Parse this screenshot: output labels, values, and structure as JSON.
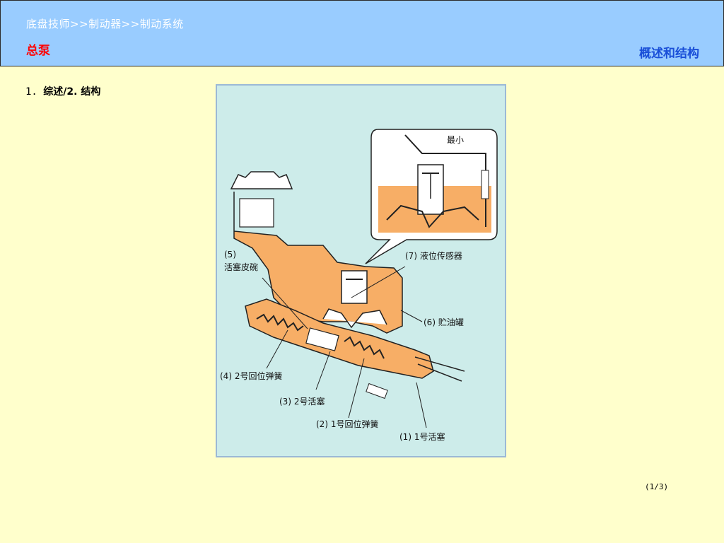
{
  "header": {
    "breadcrumb": "底盘技师>>制动器>>制动系统",
    "page_title": "总泵",
    "section_title": "概述和结构"
  },
  "content": {
    "heading_number": "1. ",
    "heading_text": "综述/2. 结构"
  },
  "figure": {
    "inset_label": "最小",
    "labels": {
      "cup_number": "(5)",
      "cup": "活塞皮碗",
      "sensor": "(7) 液位传感器",
      "reservoir": "(6) 贮油罐",
      "spring2": "(4) 2号回位弹簧",
      "piston2": "(3) 2号活塞",
      "spring1": "(2) 1号回位弹簧",
      "piston1": "(1) 1号活塞"
    }
  },
  "footer": {
    "page_number": "(1/3)"
  },
  "colors": {
    "header_bg": "#99ccff",
    "page_bg": "#ffffcc",
    "title_red": "#ff0000",
    "section_blue": "#1a4fd8",
    "fluid_orange": "#f7ae66",
    "figure_bg": "#cdecea"
  }
}
